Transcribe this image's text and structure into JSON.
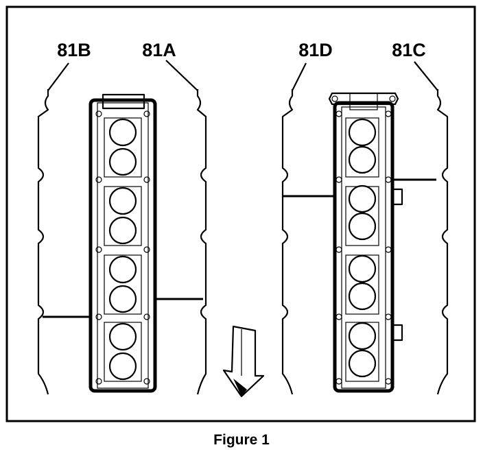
{
  "labels": {
    "callout_81B": "81B",
    "callout_81A": "81A",
    "callout_81D": "81D",
    "callout_81C": "81C"
  },
  "caption": "Figure 1"
}
